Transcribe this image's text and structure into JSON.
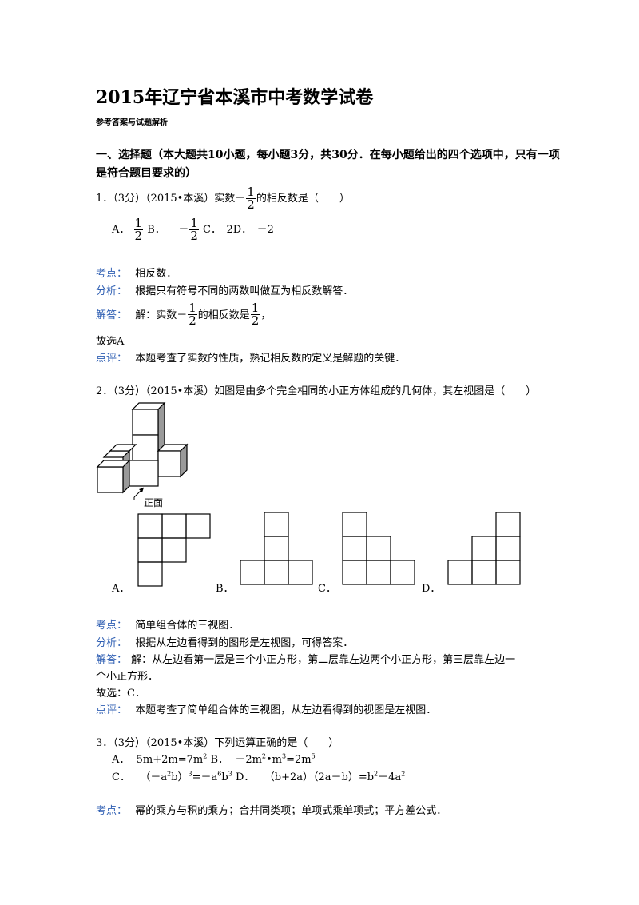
{
  "doc": {
    "title": "2015年辽宁省本溪市中考数学试卷",
    "subtitle": "参考答案与试题解析",
    "section1": "一、选择题（本大题共10小题，每小题3分，共30分．在每小题给出的四个选项中，只有一项",
    "section1b": "是符合题目要求的）"
  },
  "q1": {
    "stem_pre": "1．（3分）（2015•本溪）实数－",
    "frac_n": "1",
    "frac_d": "2",
    "stem_post": "的相反数是（　　）",
    "optA_label": "A．",
    "optB_label": "B．",
    "optB_sign": "－",
    "optC": "C．　2D．　－2",
    "kaodian_label": "考点：",
    "kaodian": "相反数．",
    "fenxi_label": "分析：",
    "fenxi": "根据只有符号不同的两数叫做互为相反数解答．",
    "jieda_label": "解答：",
    "jieda_pre": "解：实数－",
    "jieda_mid": "的相反数是",
    "jieda_post": "，",
    "guxuan": "故选A",
    "dianping_label": "点评：",
    "dianping": "本题考查了实数的性质，熟记相反数的定义是解题的关键．"
  },
  "q2": {
    "stem": "2．（3分）（2015•本溪）如图是由多个完全相同的小正方体组成的几何体，其左视图是（　　）",
    "front_label": "正面",
    "optA": "A．",
    "optB": "B．",
    "optC": "C．",
    "optD": "D．",
    "kaodian_label": "考点：",
    "kaodian": "简单组合体的三视图．",
    "fenxi_label": "分析：",
    "fenxi": "根据从左边看得到的图形是左视图，可得答案．",
    "jieda_label": "解答：",
    "jieda": "解：从左边看第一层是三个小正方形，第二层靠左边两个小正方形，第三层靠左边一",
    "jieda2": "个小正方形．",
    "guxuan": "故选：C．",
    "dianping_label": "点评：",
    "dianping": "本题考查了简单组合体的三视图，从左边看得到的视图是左视图．"
  },
  "q3": {
    "stem": "3．（3分）（2015•本溪）下列运算正确的是（　　）",
    "optA": "A．",
    "optA_text": "5m+2m=7m",
    "optB": "B．",
    "optB_text": "－2m",
    "optC": "C．",
    "optD": "D．",
    "kaodian_label": "考点：",
    "kaodian": "幂的乘方与积的乘方；合并同类项；单项式乘单项式；平方差公式．"
  },
  "colors": {
    "label": "#2f5fb3"
  }
}
